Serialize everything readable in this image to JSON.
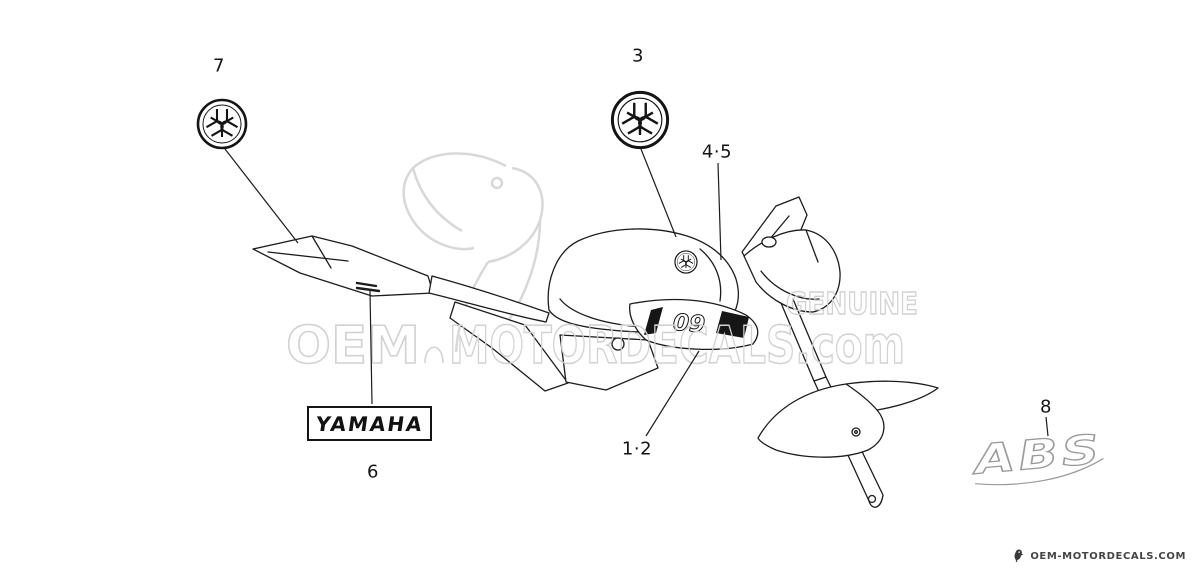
{
  "callouts": [
    {
      "label": "7"
    },
    {
      "label": "3"
    },
    {
      "label": "4·5"
    },
    {
      "label": "1·2"
    },
    {
      "label": "6"
    },
    {
      "label": "8"
    }
  ],
  "decals": {
    "yamaha_wordmark": "YAMAHA",
    "abs": "ABS",
    "side_number": "09"
  },
  "watermark": {
    "oem": "OEM",
    "motordecals": "MOTORDECALS.com",
    "genuine": "GENUINE",
    "color": "#d2d2d2"
  },
  "footer": {
    "site": "OEM-MOTORDECALS.COM"
  },
  "colors": {
    "line": "#1c1c1c",
    "background": "#ffffff"
  }
}
